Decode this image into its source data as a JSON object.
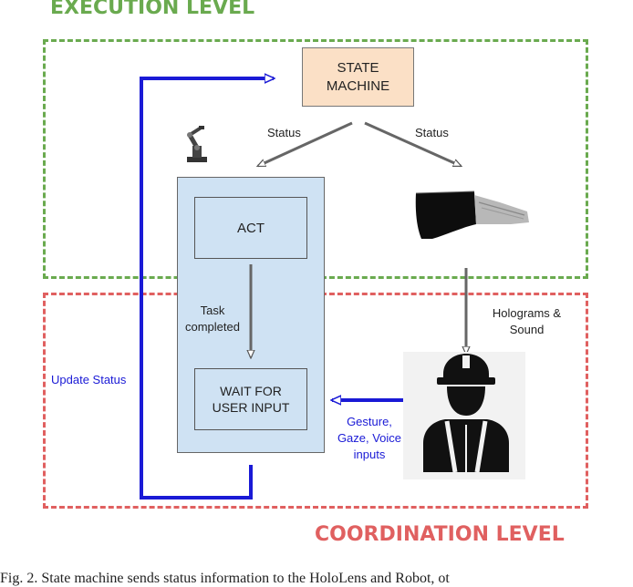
{
  "execution_level": {
    "title": "EXECUTION LEVEL"
  },
  "coordination_level": {
    "title": "COORDINATION LEVEL"
  },
  "state_machine": {
    "label": "STATE MACHINE"
  },
  "robot": {
    "act_label": "ACT",
    "wait_label": "WAIT FOR USER INPUT"
  },
  "labels": {
    "status_left": "Status",
    "status_right": "Status",
    "task_completed": "Task completed",
    "holograms_sound": "Holograms & Sound",
    "update_status": "Update Status",
    "gesture_inputs": "Gesture, Gaze, Voice inputs"
  },
  "icons": {
    "robot_arm": "robot-arm-icon",
    "hololens": "hololens-headset-icon",
    "worker": "construction-worker-icon"
  },
  "colors": {
    "execution": "#6aaa4f",
    "coordination": "#e06060",
    "update_arrow": "#1a1ad6",
    "state_machine_fill": "#fbe0c6",
    "robot_panel_fill": "#cfe2f3"
  },
  "caption": "Fig. 2.  State machine sends status information to the HoloLens and Robot, ot"
}
